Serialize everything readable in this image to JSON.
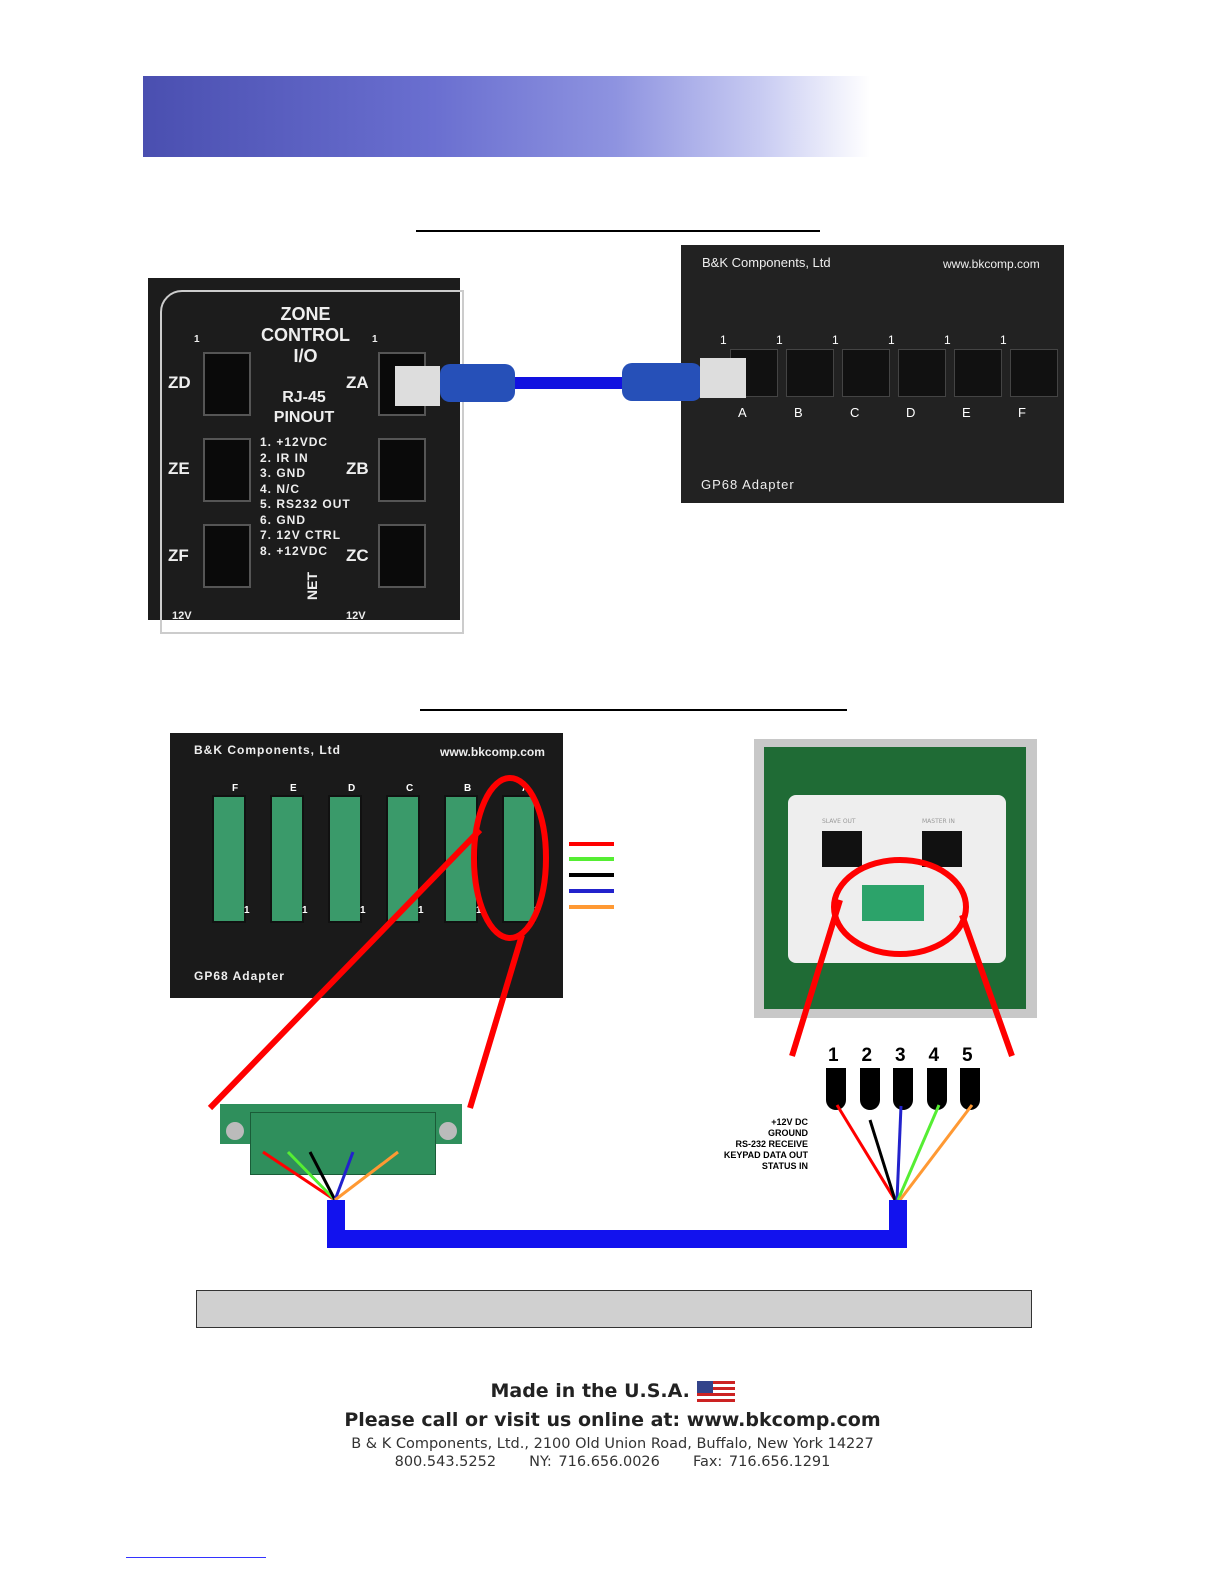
{
  "zone_panel": {
    "title": [
      "ZONE",
      "CONTROL",
      "I/O"
    ],
    "zones": [
      "ZD",
      "ZA",
      "ZE",
      "ZB",
      "ZF",
      "ZC"
    ],
    "pin_one": "1",
    "pinout_title": [
      "RJ-45",
      "PINOUT"
    ],
    "pins": [
      "1. +12VDC",
      "2. IR IN",
      "3. GND",
      "4. N/C",
      "5. RS232 OUT",
      "6. GND",
      "7. 12V CTRL",
      "8. +12VDC"
    ],
    "bottom": [
      "12V",
      "NET",
      "12V"
    ]
  },
  "adapter_top": {
    "brand": "B&K Components, Ltd",
    "url": "www.bkcomp.com",
    "ports": [
      "A",
      "B",
      "C",
      "D",
      "E",
      "F"
    ],
    "pin_one": "1",
    "name": "GP68 Adapter"
  },
  "adapter_bottom": {
    "brand": "B&K Components, Ltd",
    "url": "www.bkcomp.com",
    "ports": [
      "F",
      "E",
      "D",
      "C",
      "B",
      "A"
    ],
    "pin_one": "1",
    "name": "GP68 Adapter"
  },
  "wire_colors": [
    "#ff0000",
    "#55ee33",
    "#000000",
    "#2222cc",
    "#ff9933"
  ],
  "keypad": {
    "jack_left": "SLAVE OUT",
    "jack_right": "MASTER IN",
    "terminal_numbers": [
      "1",
      "2",
      "3",
      "4",
      "5"
    ],
    "terminal_labels": [
      "+12V DC",
      "GROUND",
      "RS-232 RECEIVE",
      "KEYPAD DATA OUT",
      "STATUS IN"
    ]
  },
  "footer": {
    "made": "Made in the U.S.A.",
    "visit": "Please call or visit us online at: www.bkcomp.com",
    "address": "B & K Components, Ltd., 2100 Old Union Road, Buffalo, New York 14227",
    "phone": "800.543.5252",
    "ny": "NY: 716.656.0026",
    "fax": "Fax: 716.656.1291"
  }
}
